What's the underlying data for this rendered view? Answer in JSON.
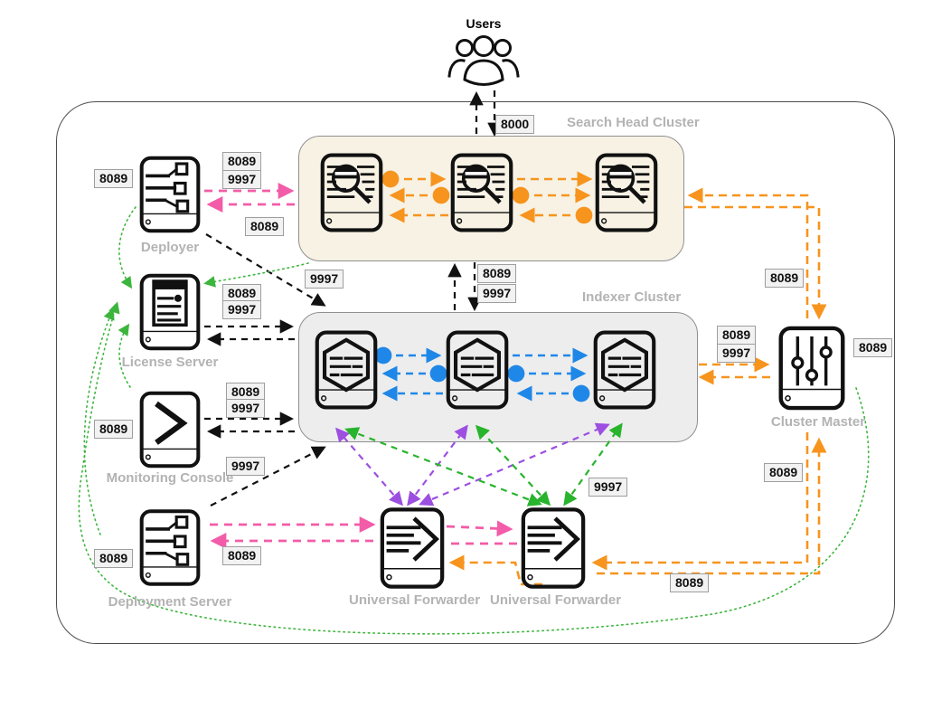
{
  "users_label": "Users",
  "clusters": {
    "search_head": {
      "label": "Search Head Cluster"
    },
    "indexer": {
      "label": "Indexer Cluster"
    }
  },
  "nodes": {
    "deployer": {
      "label": "Deployer"
    },
    "license_server": {
      "label": "License Server"
    },
    "monitoring_console": {
      "label": "Monitoring Console"
    },
    "deployment_server": {
      "label": "Deployment Server"
    },
    "universal_forwarder_1": {
      "label": "Universal Forwarder"
    },
    "universal_forwarder_2": {
      "label": "Universal Forwarder"
    },
    "cluster_master": {
      "label": "Cluster Master"
    }
  },
  "port_labels": [
    {
      "text": "8089"
    },
    {
      "text": "8089"
    },
    {
      "text": "9997"
    },
    {
      "text": "8089"
    },
    {
      "text": "8000"
    },
    {
      "text": "8089"
    },
    {
      "text": "9997"
    },
    {
      "text": "9997"
    },
    {
      "text": "8089"
    },
    {
      "text": "9997"
    },
    {
      "text": "8089"
    },
    {
      "text": "9997"
    },
    {
      "text": "8089"
    },
    {
      "text": "9997"
    },
    {
      "text": "8089"
    },
    {
      "text": "8089"
    },
    {
      "text": "9997"
    },
    {
      "text": "8089"
    },
    {
      "text": "8089"
    },
    {
      "text": "8089"
    },
    {
      "text": "8089"
    },
    {
      "text": "9997"
    },
    {
      "text": "8089"
    }
  ],
  "colors": {
    "pink": "#f25ca8",
    "orange": "#f7941e",
    "blue": "#1f87e8",
    "green": "#28b42c",
    "purple": "#9c4fe0",
    "license": "#3cb53c",
    "label-gray": "#b3b3b3",
    "port-bg": "#f2f2f2",
    "port-border": "#9e9e9e",
    "shc-fill": "#f7f2e4",
    "idx-fill": "#ededed",
    "box-border": "#8f8f8f",
    "outer-border": "#4d4d4d"
  }
}
